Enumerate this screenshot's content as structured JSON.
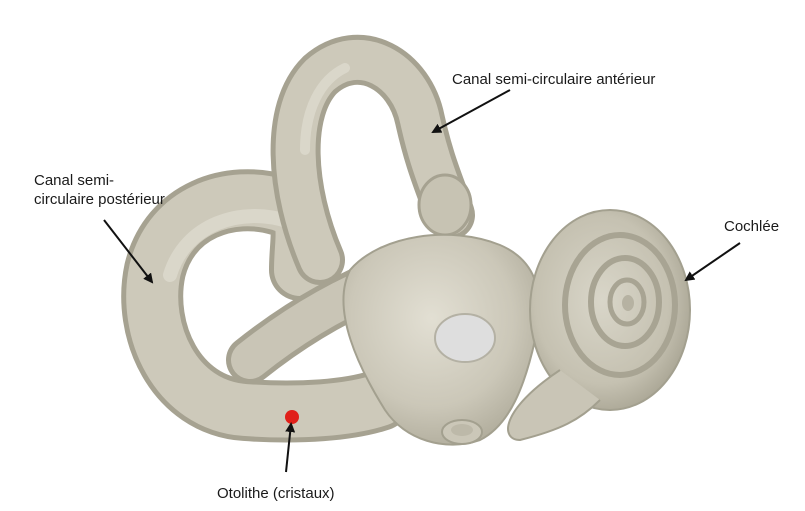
{
  "labels": {
    "anterior_canal": "Canal semi-circulaire antérieur",
    "posterior_canal_line1": "Canal semi-",
    "posterior_canal_line2": "circulaire postérieur",
    "cochlea": "Cochlée",
    "otolith": "Otolithe (cristaux)"
  },
  "colors": {
    "bone": "#cfcbbd",
    "bone_shadow": "#a8a493",
    "bone_highlight": "#e4e1d6",
    "window": "#dcdcdc",
    "otolith_dot": "#e0201a",
    "arrow": "#111111"
  }
}
